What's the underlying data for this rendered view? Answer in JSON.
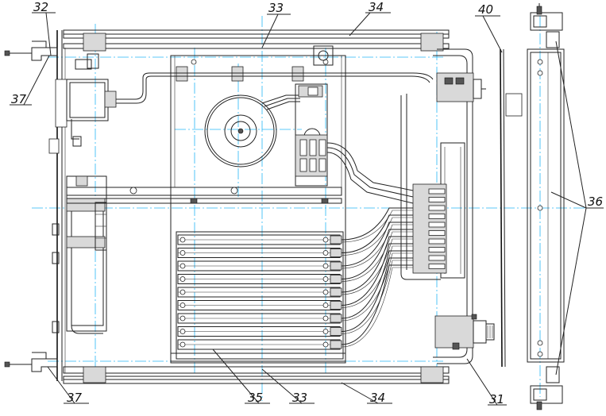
{
  "labels": {
    "l32": "32",
    "l33_top": "33",
    "l34_top": "34",
    "l40": "40",
    "l37_left": "37",
    "l36": "36",
    "l37_bottom": "37",
    "l35": "35",
    "l33_bottom": "33",
    "l34_bottom": "34",
    "l31": "31"
  }
}
